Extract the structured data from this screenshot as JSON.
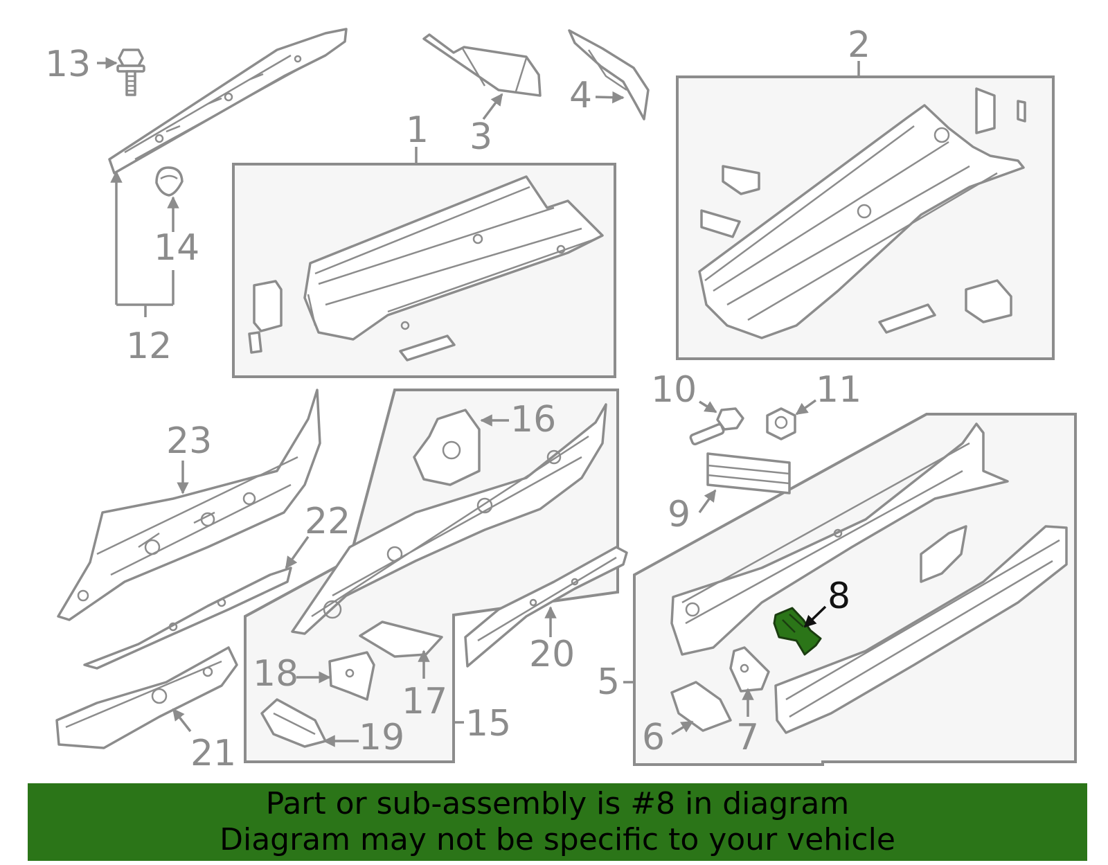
{
  "callouts": {
    "c1": "1",
    "c2": "2",
    "c3": "3",
    "c4": "4",
    "c5": "5",
    "c6": "6",
    "c7": "7",
    "c8": "8",
    "c9": "9",
    "c10": "10",
    "c11": "11",
    "c12": "12",
    "c13": "13",
    "c14": "14",
    "c15": "15",
    "c16": "16",
    "c17": "17",
    "c18": "18",
    "c19": "19",
    "c20": "20",
    "c21": "21",
    "c22": "22",
    "c23": "23"
  },
  "banner": {
    "line1": "Part or sub-assembly is #8 in diagram",
    "line2": "Diagram may not be specific to your vehicle"
  },
  "colors": {
    "highlight_part": "#2b7518",
    "banner_background": "#2b7518",
    "line_art": "#8c8c8c",
    "group_box_fill": "#f6f6f6"
  }
}
